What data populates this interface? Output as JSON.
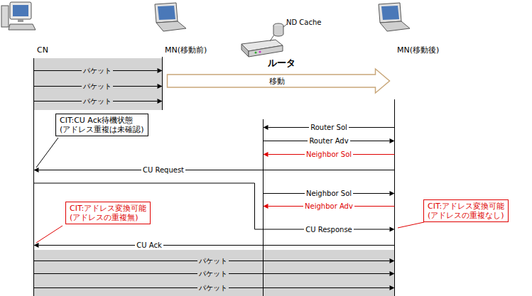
{
  "diagram": {
    "nodes": [
      {
        "text": [
          "CN"
        ]
      },
      {
        "text": [
          "MN(移動前)"
        ]
      },
      {
        "text": [
          "ルータ"
        ]
      },
      {
        "text": [
          "MN(移動後)"
        ]
      },
      {
        "text": [
          "CIT:CU Ack待機状態",
          "(アドレス重複は未確認)"
        ]
      },
      {
        "text": [
          "CIT:アドレス変換可能",
          "(アドレスの重複無)"
        ]
      },
      {
        "text": [
          "CIT:アドレス変換可能",
          "(アドレスの重複なし)"
        ]
      }
    ],
    "edges": [
      {
        "from": 0,
        "to": 1,
        "label": "パケット",
        "arrow": "to"
      },
      {
        "from": 0,
        "to": 1,
        "label": "パケット",
        "arrow": "to"
      },
      {
        "from": 0,
        "to": 1,
        "label": "パケット",
        "arrow": "to"
      },
      {
        "from": 1,
        "to": 3,
        "label": "移動",
        "arrow": "to"
      },
      {
        "from": 3,
        "to": 2,
        "label": "Router Sol",
        "arrow": "to"
      },
      {
        "from": 2,
        "to": 3,
        "label": "Router Adv",
        "arrow": "to"
      },
      {
        "from": 3,
        "to": 2,
        "label": "Neighbor Sol",
        "arrow": "to"
      },
      {
        "from": 3,
        "to": 0,
        "label": "CU Request",
        "arrow": "to"
      },
      {
        "from": 2,
        "to": 3,
        "label": "Neighbor Sol",
        "arrow": "to"
      },
      {
        "from": 3,
        "to": 2,
        "label": "Neighbor Adv",
        "arrow": "to"
      },
      {
        "from": 0,
        "to": 3,
        "label": "CU Response",
        "arrow": "to"
      },
      {
        "from": 3,
        "to": 0,
        "label": "CU Ack",
        "arrow": "to"
      },
      {
        "from": 0,
        "to": 3,
        "label": "パケット",
        "arrow": "to"
      },
      {
        "from": 0,
        "to": 3,
        "label": "パケット",
        "arrow": "to"
      },
      {
        "from": 0,
        "to": 3,
        "label": "パケット",
        "arrow": "to"
      }
    ],
    "labels": [
      "ND Cache"
    ]
  }
}
